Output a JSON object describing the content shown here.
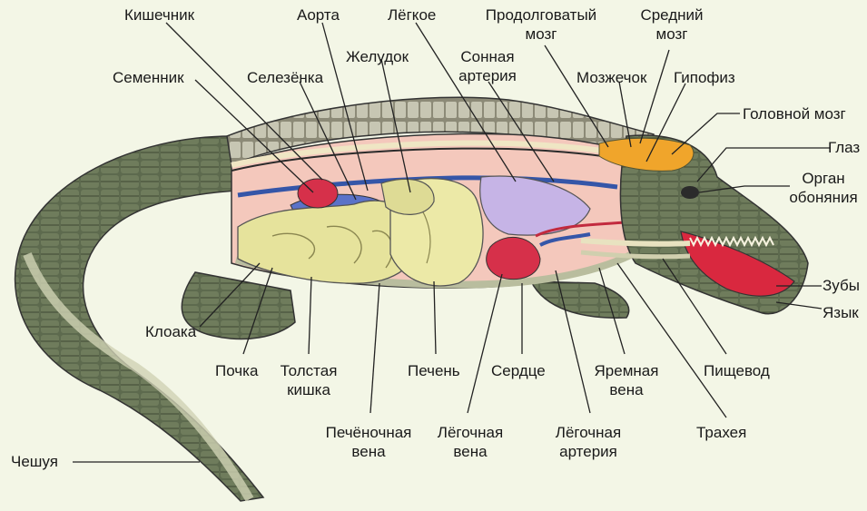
{
  "labels": {
    "intestine": "Кишечник",
    "aorta": "Аорта",
    "lung": "Лёгкое",
    "medulla_1": "Продолговатый",
    "medulla_2": "мозг",
    "midbrain_1": "Средний",
    "midbrain_2": "мозг",
    "testis": "Семенник",
    "spleen": "Селезёнка",
    "stomach": "Желудок",
    "carotid_1": "Сонная",
    "carotid_2": "артерия",
    "cerebellum": "Мозжечок",
    "pituitary": "Гипофиз",
    "brain": "Головной мозг",
    "eye": "Глаз",
    "olfactory_1": "Орган",
    "olfactory_2": "обоняния",
    "teeth": "Зубы",
    "tongue": "Язык",
    "cloaca": "Клоака",
    "kidney": "Почка",
    "colon_1": "Толстая",
    "colon_2": "кишка",
    "liver": "Печень",
    "heart": "Сердце",
    "jugular_1": "Яремная",
    "jugular_2": "вена",
    "esophagus": "Пищевод",
    "trachea": "Трахея",
    "hepatic_1": "Печёночная",
    "hepatic_2": "вена",
    "pulm_vein_1": "Лёгочная",
    "pulm_vein_2": "вена",
    "pulm_artery_1": "Лёгочная",
    "pulm_artery_2": "артерия",
    "scales": "Чешуя"
  }
}
